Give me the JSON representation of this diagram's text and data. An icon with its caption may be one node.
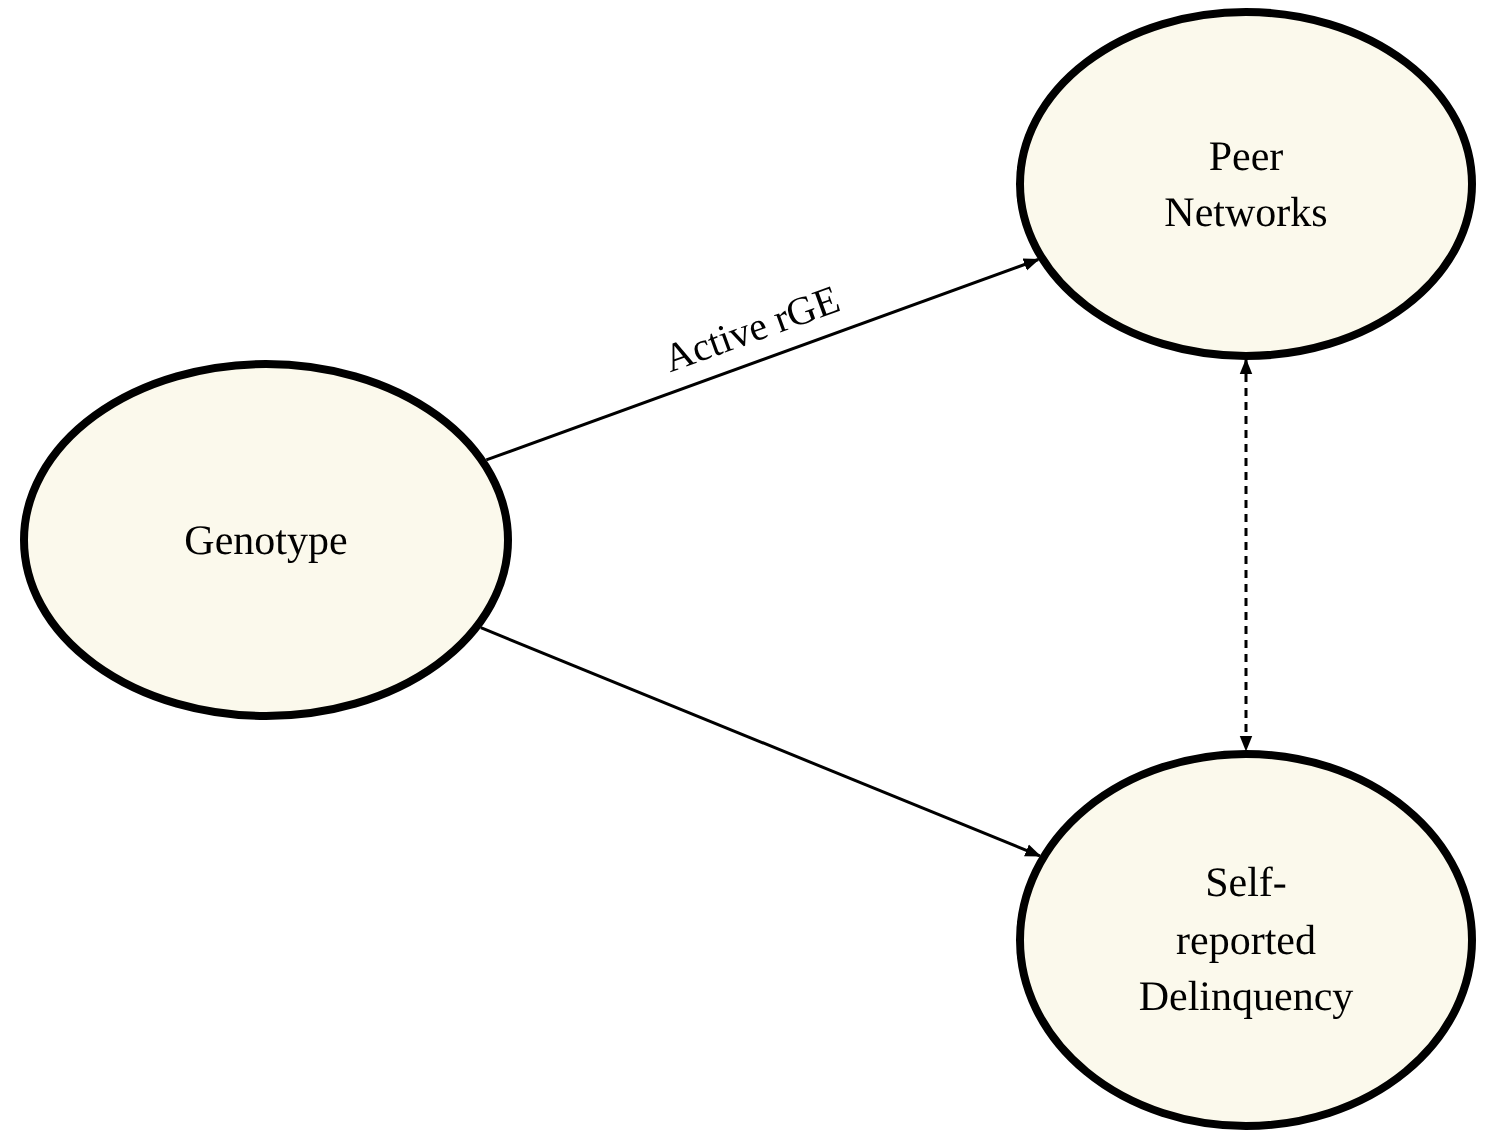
{
  "diagram": {
    "nodes": [
      {
        "text": [
          "Genotype"
        ]
      },
      {
        "text": [
          "Peer Networks"
        ]
      },
      {
        "text": [
          "Self- reported Delinquency"
        ]
      }
    ],
    "edges": [
      {
        "from": 0,
        "to": 1,
        "arrow": "to",
        "label": "Active rGE"
      },
      {
        "from": 0,
        "to": 2,
        "arrow": "to"
      },
      {
        "from": 1,
        "to": 2,
        "arrow": "both",
        "style": "dashed"
      }
    ]
  }
}
